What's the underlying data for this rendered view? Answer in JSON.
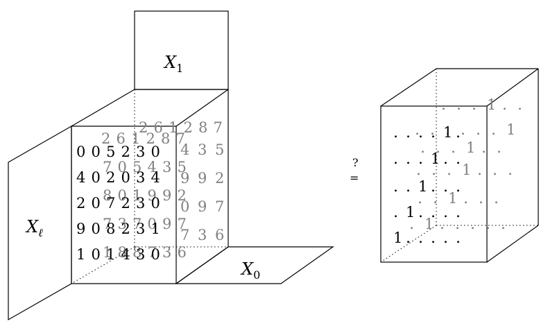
{
  "labels": {
    "x1": "X",
    "x1_sub": "1",
    "xl": "X",
    "xl_sub": "ℓ",
    "x0": "X",
    "x0_sub": "0",
    "equals": "=",
    "question": "?"
  },
  "front_grid": [
    [
      "0",
      "0",
      "5",
      "2",
      "3",
      "0"
    ],
    [
      "4",
      "0",
      "2",
      "0",
      "3",
      "4"
    ],
    [
      "2",
      "0",
      "7",
      "2",
      "3",
      "0"
    ],
    [
      "9",
      "0",
      "8",
      "2",
      "3",
      "1"
    ],
    [
      "1",
      "0",
      "1",
      "4",
      "3",
      "0"
    ]
  ],
  "back_top_row": [
    "2",
    "6",
    "1",
    "2",
    "8",
    "7"
  ],
  "back_second_row": [
    "2",
    "6",
    "1",
    "2",
    "8",
    "7"
  ],
  "right_grid": [
    [
      "4",
      "3",
      "5"
    ],
    [
      "9",
      "9",
      "2"
    ],
    [
      "0",
      "9",
      "7"
    ],
    [
      "7",
      "3",
      "6"
    ]
  ],
  "middle_rows": [
    [
      "7",
      "0",
      "5",
      "4",
      "3",
      "5"
    ],
    [
      "8",
      "0",
      "1",
      "9",
      "9",
      "2"
    ],
    [
      "7",
      "3",
      "7",
      "0",
      "9",
      "7"
    ],
    [
      "1",
      "8",
      "8",
      "7",
      "3",
      "6"
    ]
  ],
  "diag_value": "1",
  "colors": {
    "ink": "#000000",
    "faded": "#808080"
  }
}
